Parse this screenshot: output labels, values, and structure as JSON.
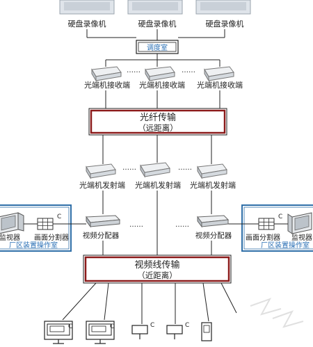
{
  "recorders": {
    "label": "硬盘录像机",
    "count": 3
  },
  "dispatch_room": {
    "label": "调度室"
  },
  "receivers": {
    "label": "光端机接收端",
    "dots": "……"
  },
  "fiber": {
    "title": "光纤传输",
    "subtitle": "（远距离）"
  },
  "transmitters": {
    "label": "光端机发射端",
    "dots": "……"
  },
  "distributors": {
    "label": "视频分配器",
    "dots": "……"
  },
  "left_room": {
    "title": "厂区装置操作室",
    "monitor_label": "监视器",
    "splitter_label": "画面分割器",
    "c_mark": "C"
  },
  "right_room": {
    "title": "厂区装置操作室",
    "monitor_label": "监视器",
    "splitter_label": "画面分割器",
    "c_mark": "C"
  },
  "coax": {
    "title": "视频线传输",
    "subtitle": "（近距离）"
  },
  "cameras": {
    "c_mark": "C"
  },
  "colors": {
    "box_border": "#8b1a1a",
    "room_border": "#2f6fa8",
    "room_title": "#2a6fb5",
    "line": "#222222"
  }
}
